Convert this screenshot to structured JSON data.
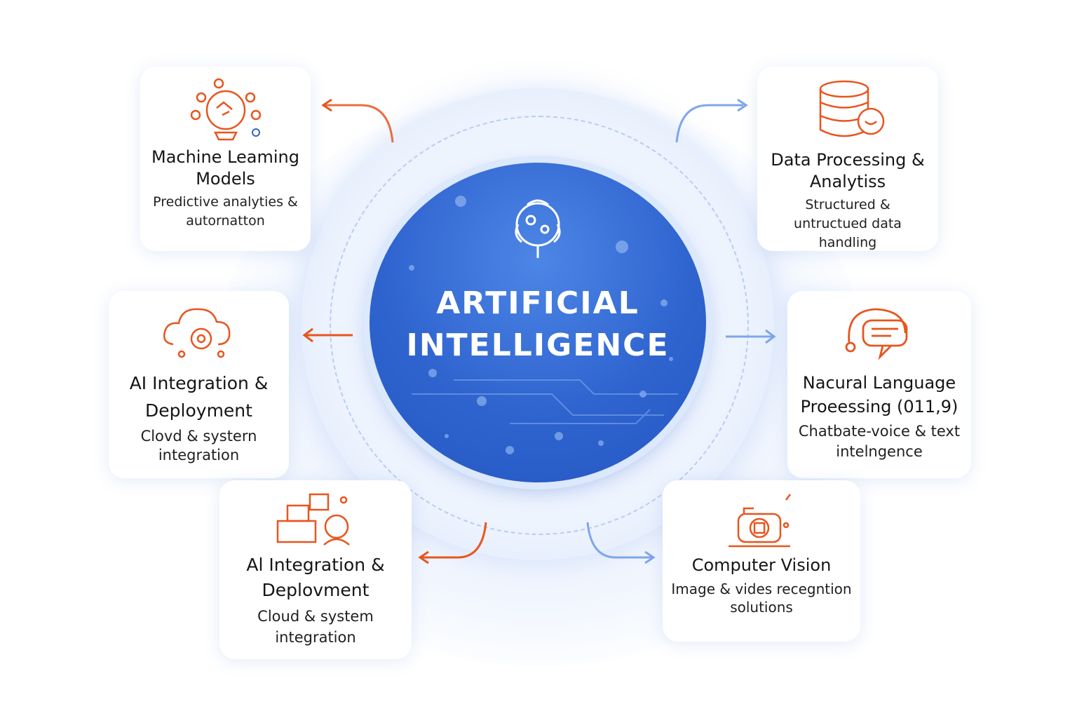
{
  "center": {
    "line1": "ARTIFICIAL",
    "line2": "INTELLIGENCE"
  },
  "colors": {
    "accent_orange": "#e8551e",
    "center_blue": "#2f64cf",
    "arrow_blue": "#7ea6ea"
  },
  "cards": [
    {
      "icon": "brain-network-icon",
      "title": "Machine Leaming Models",
      "subtitle": "Predictive analyties & autornatton"
    },
    {
      "icon": "database-icon",
      "title": "Data Processing & Analytiss",
      "subtitle": "Structured & untructued data handling"
    },
    {
      "icon": "cloud-gear-icon",
      "title": "AI Integration & Deployment",
      "subtitle": "Clovd & systern integration"
    },
    {
      "icon": "chat-headset-icon",
      "title": "Nacural Language Proeessing (011,9)",
      "subtitle": "Chatbate-voice & text intelngence"
    },
    {
      "icon": "devices-icon",
      "title": "Al Integration & Deplovment",
      "subtitle": "Cloud & system integration"
    },
    {
      "icon": "camera-vision-icon",
      "title": "Computer Vision",
      "subtitle": "Image & vides recegntion solutions"
    }
  ]
}
